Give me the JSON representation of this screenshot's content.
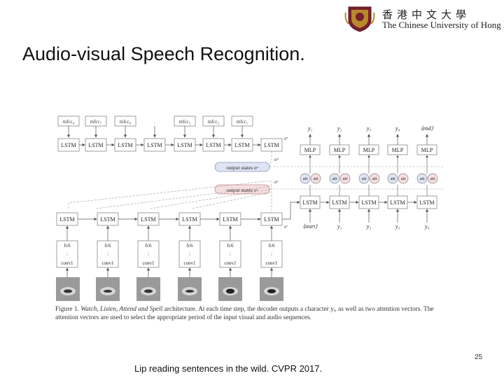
{
  "header": {
    "logo_cn": "香港中文大學",
    "logo_en": "The Chinese University of Hong Kong"
  },
  "slide": {
    "title": "Audio-visual Speech Recognition.",
    "page_number": "25",
    "citation": "Lip reading sentences in the wild. CVPR 2017."
  },
  "figure": {
    "mfcc_labels": [
      "mfcc₄",
      "mfcc₇",
      "mfcc₆",
      ".",
      "mfcc₃",
      "mfcc₂",
      "mfcc₁"
    ],
    "lstm_label": "LSTM",
    "mlp_label": "MLP",
    "att_label": "att",
    "output_states_aud": "output states oᵃ",
    "output_states_vid": "output states oᵛ",
    "s_a": "sᵃ",
    "s_v": "sᵛ",
    "o_a": "oᵃ",
    "o_v": "oᵛ",
    "top_outputs": [
      "y₁",
      "y₂",
      "y₃",
      "y₄",
      "⟨end⟩"
    ],
    "bottom_inputs": [
      "⟨start⟩",
      "y₁",
      "y₂",
      "y₃",
      "y₄"
    ],
    "conv_top": "fc6",
    "conv_dots": ":",
    "conv_bottom": "conv1",
    "caption_label": "Figure 1.",
    "caption_italic": "Watch, Listen, Attend and Spell",
    "caption_rest": " architecture.  At each time step, the decoder outputs a character yᵢ, as well as two attention vectors.  The attention vectors are used to select the appropriate period of the input visual and audio sequences."
  }
}
